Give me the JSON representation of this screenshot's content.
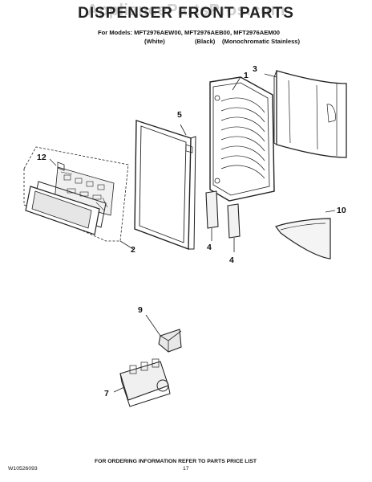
{
  "header": {
    "title": "DISPENSER FRONT PARTS",
    "watermark": "AppliancePartsPros.com",
    "models_line": "For Models: MFT2976AEW00, MFT2976AEB00, MFT2976AEM00",
    "variants": [
      "(White)",
      "(Black)",
      "(Monochromatic Stainless)"
    ]
  },
  "callouts": [
    "1",
    "2",
    "3",
    "4",
    "4",
    "5",
    "7",
    "9",
    "10",
    "12"
  ],
  "footer": {
    "ordering_info": "FOR ORDERING INFORMATION REFER TO PARTS PRICE LIST",
    "doc_number": "W10526093",
    "page_number": "17"
  }
}
